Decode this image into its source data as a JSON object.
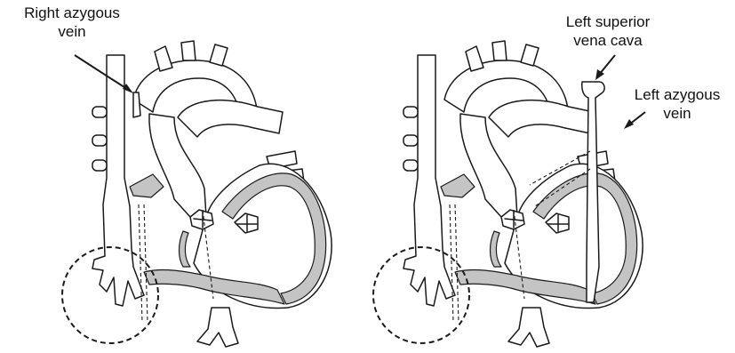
{
  "labels": {
    "right_azygous_vein": [
      "Right azygous",
      "vein"
    ],
    "left_superior_vena_cava": [
      "Left superior",
      "vena cava"
    ],
    "left_azygous_vein": [
      "Left azygous",
      "vein"
    ]
  },
  "colors": {
    "shade": "#c4c4c4",
    "line": "#1a1a1a",
    "background": "#ffffff"
  }
}
